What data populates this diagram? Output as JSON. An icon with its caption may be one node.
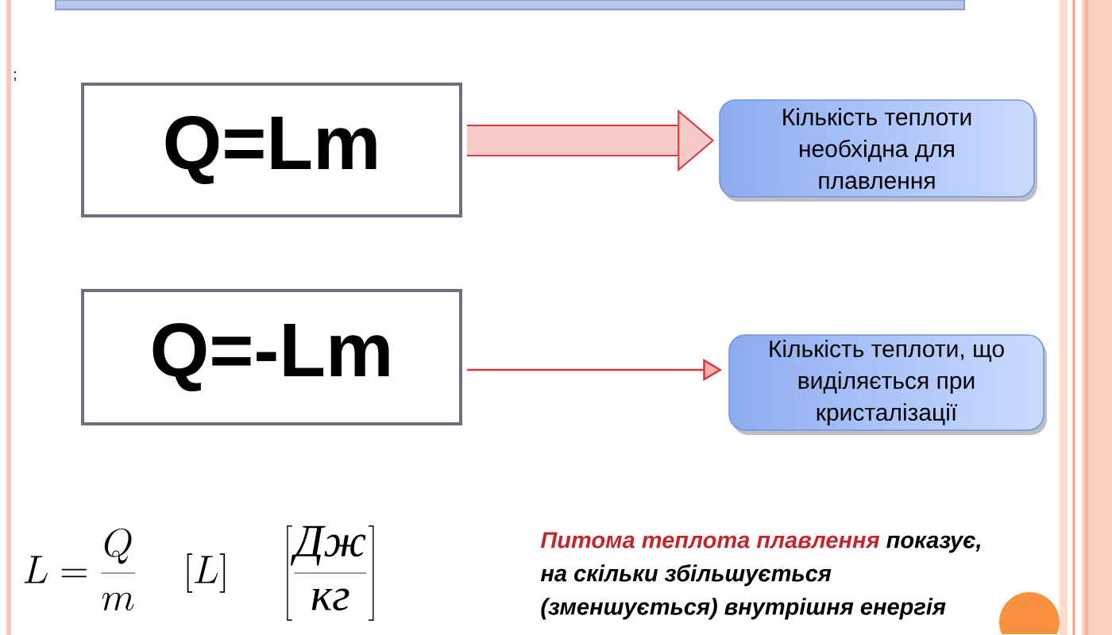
{
  "diagram": {
    "nodes": [
      {
        "text": [],
        "shape": "box"
      },
      {
        "text": [
          "Q=Lm"
        ]
      },
      {
        "text": [
          "Кількість теплоти необхідна для плавлення"
        ]
      },
      {
        "text": [
          "Q=-Lm"
        ]
      },
      {
        "text": [
          "Кількість теплоти, що виділяється при кристалізації"
        ]
      }
    ],
    "edges": [
      {
        "from": 1,
        "to": 2,
        "arrow": "to",
        "style": "thick"
      },
      {
        "from": 3,
        "to": 4,
        "arrow": "to"
      }
    ],
    "labels": [
      ";",
      "Питома теплота плавлення",
      "показує, на скільки збільшується (зменшується) внутрішня енергія",
      "L=\\frac{Q}{m}\\quad [L]\\quad \\left[\\frac{\\mbox{\\textit{Дж}}}{\\mbox{\\textit{кг}}}\\right]"
    ]
  }
}
